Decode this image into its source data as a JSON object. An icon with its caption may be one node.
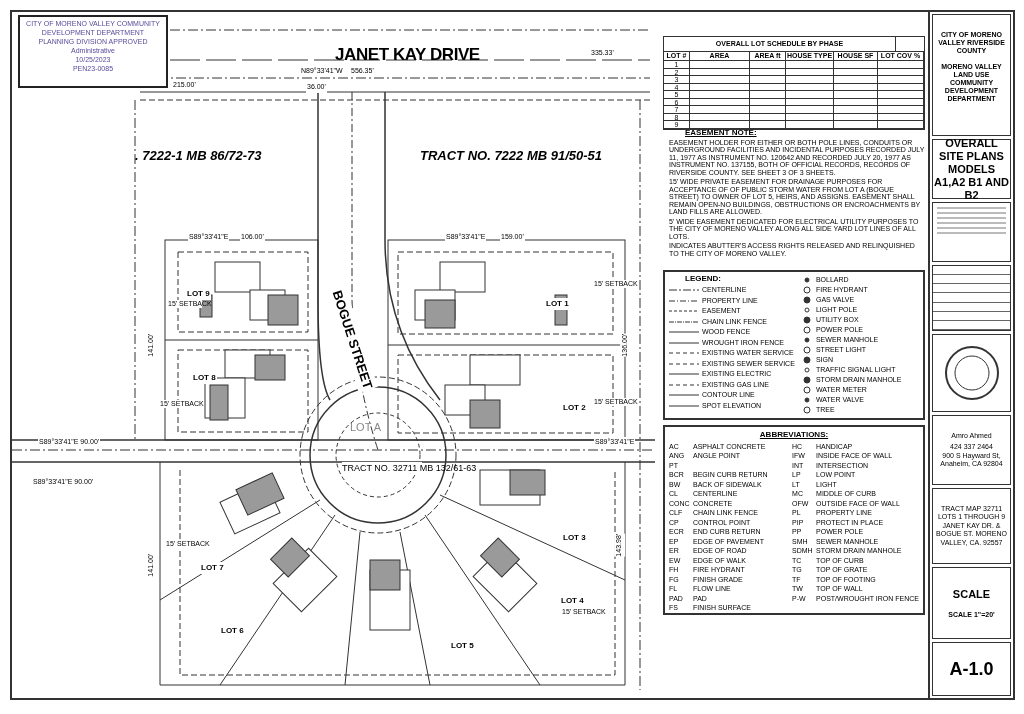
{
  "diagram": {
    "nodes": [
      {
        "text": [
          "CITY OF MORENO VALLEY COMMUNITY DEVELOPMENT DEPARTMENT PLANNING DIVISION APPROVED",
          "Administrative",
          "10/25/2023",
          "PEN23-0085"
        ]
      },
      {
        "text": [
          "CITY OF MORENO VALLEY RIVERSIDE COUNTY",
          "MORENO VALLEY LAND USE COMMUNITY DEVELOPMENT DEPARTMENT"
        ]
      },
      {
        "text": [
          "OVERALL SITE PLANS MODELS A1,A2 B1 AND B2"
        ]
      },
      {
        "text": [],
        "shape": "box"
      },
      {
        "text": [],
        "shape": "box"
      },
      {
        "text": [],
        "shape": "picture"
      },
      {
        "text": [
          "Amro Ahmed",
          "424 337 2464",
          "900 S Hayward St,",
          "Anaheim, CA 92804"
        ]
      },
      {
        "text": [
          "TRACT MAP 32711 LOTS 1 THROUGH 9 JANET KAY DR. & BOGUE ST. MORENO VALLEY, CA. 92557"
        ]
      },
      {
        "text": [
          "SCALE",
          "SCALE 1\"=20'"
        ]
      },
      {
        "text": [
          "A-1.0"
        ]
      }
    ],
    "labels": [
      "JANET KAY DRIVE",
      "N89°33'41\"W",
      "556.35'",
      "215.00'",
      "36.00'",
      "335.33'",
      ". 7222-1 MB 86/72-73",
      "TRACT NO. 7222 MB 91/50-51",
      "S89°33'41\"E",
      "106.00'",
      "S89°33'41\"E",
      "159.00'",
      "LOT 9",
      "15' SETBACK",
      "LOT 1",
      "15' SETBACK",
      "BOGUE STREET",
      "141.00'",
      "136.00'",
      "LOT 8",
      "15' SETBACK",
      "LOT 2",
      "15' SETBACK",
      "LOT A",
      "S89°33'41\"E 90.00'",
      "S89°33'41\"E",
      "S89°33'41\"E 90.00'",
      "TRACT NO. 32711 MB 132/61-63",
      "LOT 3",
      "LOT 7",
      "15' SETBACK",
      "141.00'",
      "143.98'",
      "LOT 4",
      "15' SETBACK",
      "LOT 6",
      "LOT 5",
      "OVERALL LOT SCHEDULE BY PHASE",
      "LOT #",
      "AREA",
      "AREA ft",
      "HOUSE TYPE",
      "HOUSE SF",
      "LOT COV %",
      "1",
      "2",
      "3",
      "4",
      "5",
      "6",
      "7",
      "8",
      "9",
      "EASEMENT NOTE:",
      "EASEMENT HOLDER FOR EITHER OR BOTH POLE LINES, CONDUITS OR UNDERGROUND FACILITIES AND INCIDENTAL PURPOSES RECORDED JULY 11, 1977 AS INSTRUMENT NO. 120642 AND RECORDED JULY 20, 1977 AS INSTRUMENT NO. 137155, BOTH OF OFFICIAL RECORDS, RECORDS OF RIVERSIDE COUNTY. SEE SHEET 3 OF 3 SHEETS.",
      "15' WIDE PRIVATE EASEMENT FOR DRAINAGE PURPOSES FOR ACCEPTANCE OF OF PUBLIC STORM WATER FROM LOT A (BOGUE STREET) TO OWNER OF LOT 5, HEIRS, AND ASSIGNS. EASEMENT SHALL REMAIN OPEN-NO BUILDINGS, OBSTRUCTIONS OR ENCROACHMENTS BY LAND FILLS ARE ALLOWED.",
      "5' WIDE EASEMENT DEDICATED FOR ELECTRICAL UTILITY PURPOSES TO THE CITY OF MORENO VALLEY ALONG ALL SIDE YARD LOT LINES OF ALL LOTS.",
      "INDICATES ABUTTER'S ACCESS RIGHTS RELEASED AND RELINQUISHED TO THE CITY OF MORENO VALLEY.",
      "LEGEND:",
      "ABBREVIATIONS:",
      "AC",
      "ASPHALT CONCRETE",
      "ANG PT",
      "ANGLE POINT",
      "BCR",
      "BEGIN CURB RETURN",
      "BW",
      "BACK OF SIDEWALK",
      "CL",
      "CENTERLINE",
      "CONC",
      "CONCRETE",
      "CLF",
      "CHAIN LINK FENCE",
      "CP",
      "CONTROL POINT",
      "ECR",
      "END CURB RETURN",
      "EP",
      "EDGE OF PAVEMENT",
      "ER",
      "EDGE OF ROAD",
      "EW",
      "EDGE OF WALK",
      "FH",
      "FIRE HYDRANT",
      "FG",
      "FINISH GRADE",
      "FL",
      "FLOW LINE",
      "PAD",
      "PAD",
      "FS",
      "FINISH SURFACE",
      "HC",
      "HANDICAP",
      "IFW",
      "INSIDE FACE OF WALL",
      "INT",
      "INTERSECTION",
      "LP",
      "LOW POINT",
      "LT",
      "LIGHT",
      "MC",
      "MIDDLE OF CURB",
      "OFW",
      "OUTSIDE FACE OF WALL",
      "PL",
      "PROPERTY LINE",
      "PIP",
      "PROTECT IN PLACE",
      "PP",
      "POWER POLE",
      "SMH",
      "SEWER MANHOLE",
      "SDMH",
      "STORM DRAIN MANHOLE",
      "TC",
      "TOP OF CURB",
      "TG",
      "TOP OF GRATE",
      "TF",
      "TOP OF FOOTING",
      "TW",
      "TOP OF WALL",
      "P-W",
      "POST/WROUGHT IRON FENCE"
    ],
    "legend": [
      {
        "text": "CENTERLINE"
      },
      {
        "text": "PROPERTY LINE"
      },
      {
        "text": "EASEMENT"
      },
      {
        "text": "CHAIN LINK FENCE"
      },
      {
        "text": "WOOD FENCE"
      },
      {
        "text": "WROUGHT IRON FENCE"
      },
      {
        "text": "EXISTING WATER SERVICE"
      },
      {
        "text": "EXISTING SEWER SERVICE"
      },
      {
        "text": "EXISTING ELECTRIC"
      },
      {
        "text": "EXISTING GAS LINE"
      },
      {
        "text": "CONTOUR LINE"
      },
      {
        "text": "SPOT ELEVATION"
      },
      {
        "text": "BOLLARD"
      },
      {
        "text": "FIRE HYDRANT"
      },
      {
        "text": "GAS VALVE"
      },
      {
        "text": "LIGHT POLE"
      },
      {
        "text": "UTILITY BOX"
      },
      {
        "text": "POWER POLE"
      },
      {
        "text": "SEWER MANHOLE"
      },
      {
        "text": "STREET LIGHT"
      },
      {
        "text": "SIGN"
      },
      {
        "text": "TRAFFIC SIGNAL LIGHT"
      },
      {
        "text": "STORM DRAIN MANHOLE"
      },
      {
        "text": "WATER METER"
      },
      {
        "text": "WATER VALVE"
      },
      {
        "text": "TREE"
      }
    ]
  }
}
